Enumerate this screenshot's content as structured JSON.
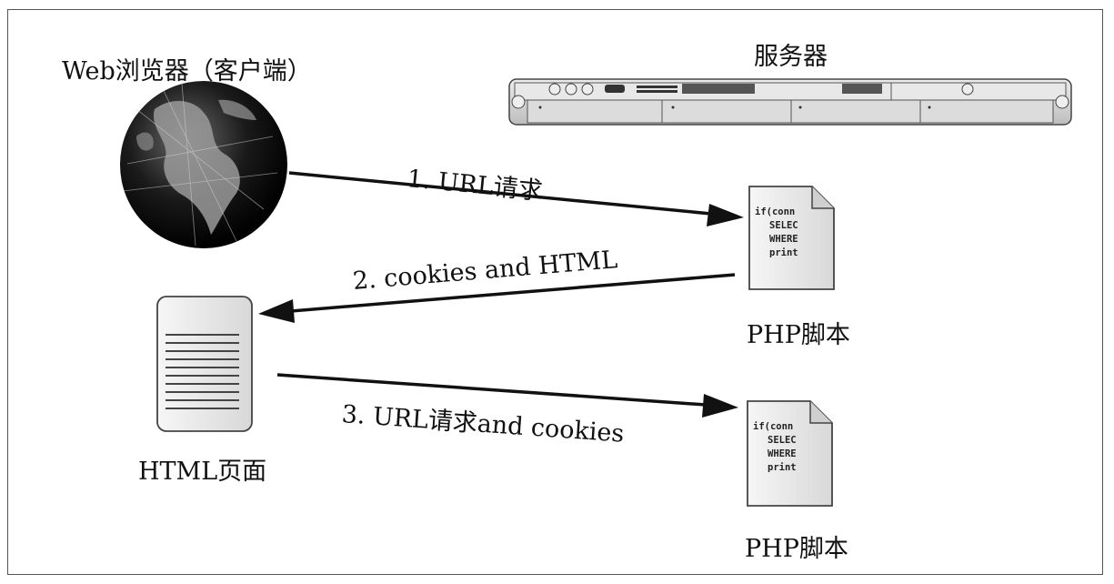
{
  "labels": {
    "client": "Web浏览器（客户端）",
    "server": "服务器",
    "html_page": "HTML页面",
    "php_script_1": "PHP脚本",
    "php_script_2": "PHP脚本"
  },
  "arrows": {
    "step1": "1. URL请求",
    "step2": "2. cookies and HTML",
    "step3": "3. URL请求and cookies"
  },
  "code_lines": [
    "if(conn",
    "SELEC",
    "WHERE",
    "print"
  ],
  "colors": {
    "line": "#111111",
    "page_fill": "#e8e8e8",
    "server_fill": "#d6d6d6"
  },
  "icons": {
    "client": "globe-icon",
    "server": "server-rack-icon",
    "page": "html-page-icon",
    "script": "php-script-icon"
  }
}
